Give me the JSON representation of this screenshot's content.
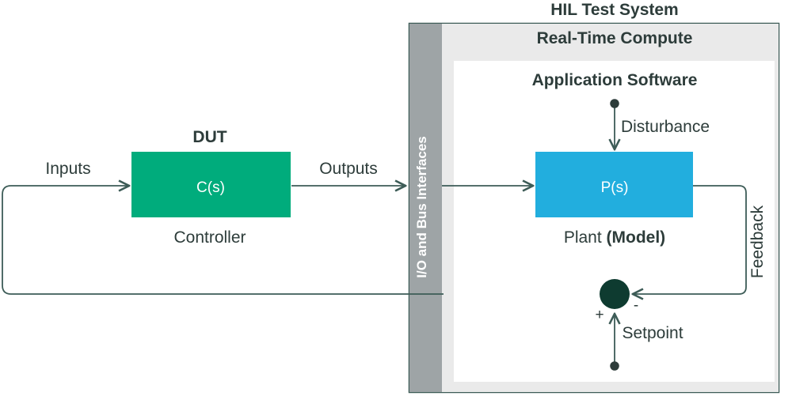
{
  "diagram": {
    "title": "HIL Test System",
    "colors": {
      "controller_block": "#00ac7c",
      "plant_block": "#22aede",
      "io_bar": "#9ea4a6",
      "compute_header": "#eaeaea",
      "inner_panel": "#ffffff",
      "line": "#3d5c57",
      "text": "#2d3c3a",
      "sum_junction": "#0e3b30",
      "page_background": "#ffffff"
    },
    "hil_system": {
      "title": "HIL Test System",
      "io_bar_label": "I/O and Bus Interfaces",
      "real_time_compute": {
        "title": "Real-Time Compute",
        "application_software": {
          "title": "Application Software",
          "plant_block": {
            "symbol": "P(s)",
            "caption_normal": "Plant ",
            "caption_bold": "(Model)"
          },
          "disturbance_label": "Disturbance",
          "feedback_label": "Feedback",
          "setpoint_label": "Setpoint",
          "sum_plus_sign": "+",
          "sum_minus_sign": "-"
        }
      }
    },
    "dut": {
      "title": "DUT",
      "controller_block": {
        "symbol": "C(s)",
        "caption": "Controller"
      },
      "input_label": "Inputs",
      "output_label": "Outputs"
    }
  }
}
